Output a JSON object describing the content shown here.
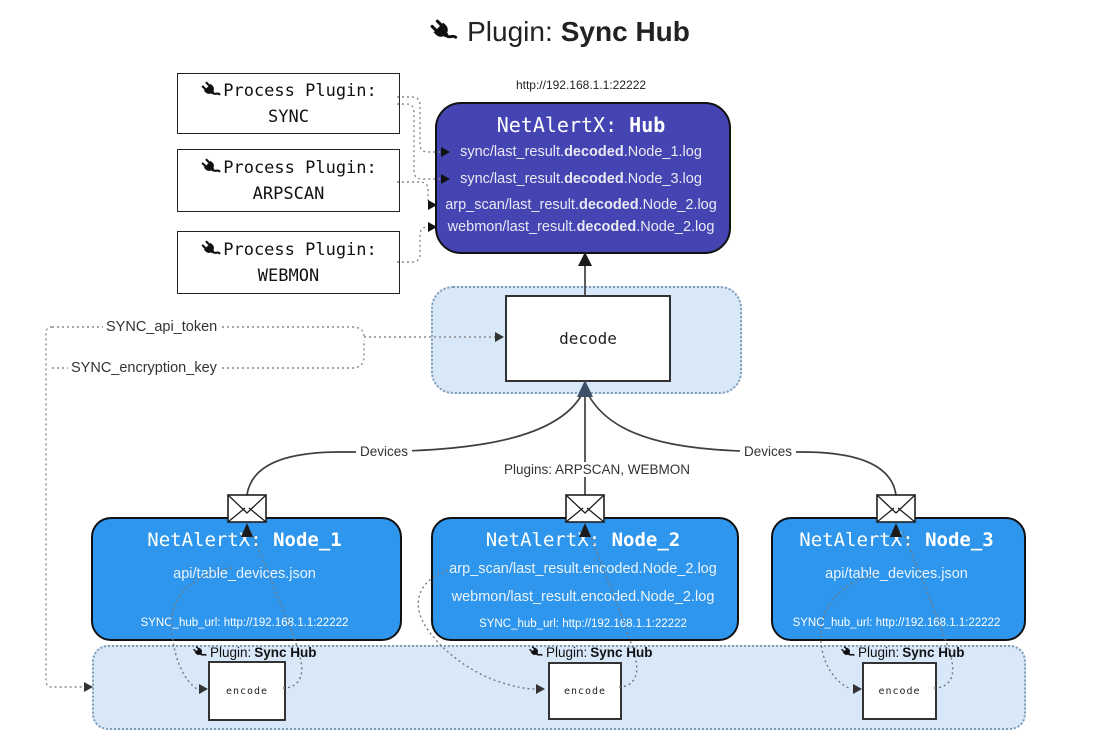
{
  "title": {
    "prefix": "Plugin: ",
    "bold": "Sync Hub"
  },
  "icons": {
    "plug": "power-plug",
    "envelope": "envelope"
  },
  "colors": {
    "hub-fill": "#4444b3",
    "node-fill": "#2e96ec",
    "panel-fill": "#d8e8f9",
    "panel-border": "#7f9db9",
    "line": "#3f3f3f"
  },
  "process_plugins": [
    {
      "label": "Process Plugin:",
      "name": "SYNC"
    },
    {
      "label": "Process Plugin:",
      "name": "ARPSCAN"
    },
    {
      "label": "Process Plugin:",
      "name": "WEBMON"
    }
  ],
  "hub": {
    "url": "http://192.168.1.1:22222",
    "name_prefix": "NetAlertX: ",
    "name_bold": "Hub",
    "lines": [
      {
        "pre": "sync/last_result.",
        "bold": "decoded",
        "post": ".Node_1.log"
      },
      {
        "pre": "sync/last_result.",
        "bold": "decoded",
        "post": ".Node_3.log"
      },
      {
        "pre": "arp_scan/last_result.",
        "bold": "decoded",
        "post": ".Node_2.log"
      },
      {
        "pre": "webmon/last_result.",
        "bold": "decoded",
        "post": ".Node_2.log"
      }
    ]
  },
  "decode": {
    "label": "decode"
  },
  "settings": {
    "api_token": "SYNC_api_token",
    "encryption_key": "SYNC_encryption_key"
  },
  "edges": {
    "devices_left": "Devices",
    "plugins_mid": "Plugins: ARPSCAN, WEBMON",
    "devices_right": "Devices"
  },
  "nodes": [
    {
      "name_prefix": "NetAlertX: ",
      "name_bold": "Node_1",
      "lines": [
        "api/table_devices.json"
      ],
      "hub_url": "SYNC_hub_url: http://192.168.1.1:22222"
    },
    {
      "name_prefix": "NetAlertX: ",
      "name_bold": "Node_2",
      "lines": [
        "arp_scan/last_result.encoded.Node_2.log",
        "webmon/last_result.encoded.Node_2.log"
      ],
      "hub_url": "SYNC_hub_url: http://192.168.1.1:22222"
    },
    {
      "name_prefix": "NetAlertX: ",
      "name_bold": "Node_3",
      "lines": [
        "api/table_devices.json"
      ],
      "hub_url": "SYNC_hub_url: http://192.168.1.1:22222"
    }
  ],
  "encoder": {
    "plugin_prefix": "Plugin: ",
    "plugin_bold": "Sync Hub",
    "encode_label": "encode"
  }
}
